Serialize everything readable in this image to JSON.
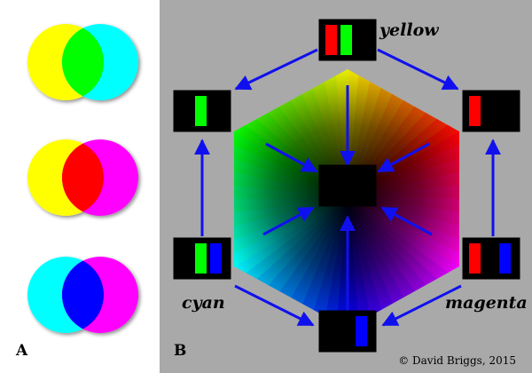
{
  "panels": {
    "left_label": "A",
    "right_label": "B"
  },
  "venn_pairs": [
    {
      "left": "yellow",
      "right": "cyan",
      "overlap": "green"
    },
    {
      "left": "yellow",
      "right": "magenta",
      "overlap": "red"
    },
    {
      "left": "cyan",
      "right": "magenta",
      "overlap": "blue"
    }
  ],
  "hexagon": {
    "vertices": [
      "yellow",
      "red",
      "magenta",
      "blue",
      "cyan",
      "green"
    ],
    "center": "black"
  },
  "swatches": [
    {
      "id": "top",
      "name": "yellow",
      "bars": [
        "red",
        "green",
        "off"
      ]
    },
    {
      "id": "upper-left",
      "name": "green",
      "bars": [
        "off",
        "green",
        "off"
      ]
    },
    {
      "id": "upper-right",
      "name": "red",
      "bars": [
        "red",
        "off",
        "off"
      ]
    },
    {
      "id": "center",
      "name": "black",
      "bars": [
        "off",
        "off",
        "off"
      ]
    },
    {
      "id": "lower-left",
      "name": "cyan",
      "bars": [
        "off",
        "green",
        "blue"
      ]
    },
    {
      "id": "lower-right",
      "name": "magenta",
      "bars": [
        "red",
        "off",
        "blue"
      ]
    },
    {
      "id": "bottom",
      "name": "blue",
      "bars": [
        "off",
        "off",
        "blue"
      ]
    }
  ],
  "labels": {
    "yellow": "yellow",
    "cyan": "cyan",
    "magenta": "magenta"
  },
  "credit": "© David Briggs, 2015",
  "colors": {
    "panel_bg": "#a9a9a9",
    "arrow": "#1010ee",
    "yellow": "#ffff00",
    "cyan": "#00ffff",
    "magenta": "#ff00ff",
    "red": "#ff0000",
    "green": "#00ff00",
    "blue": "#0000ff",
    "swatch_bg": "#000000"
  }
}
